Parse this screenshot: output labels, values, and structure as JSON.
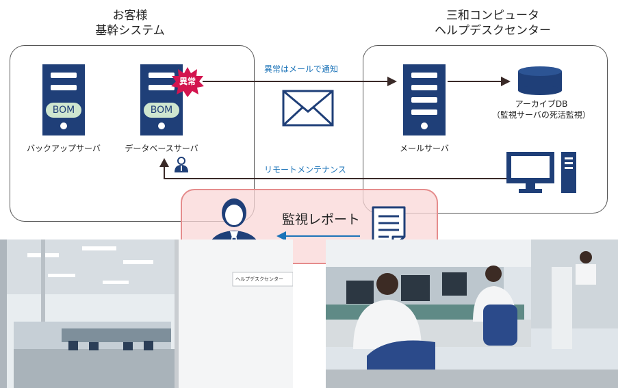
{
  "customer": {
    "line1": "お客様",
    "line2": "基幹システム"
  },
  "helpdesk": {
    "line1": "三和コンピュータ",
    "line2": "ヘルプデスクセンター"
  },
  "backup_server": {
    "label": "バックアップサーバ",
    "badge": "BOM"
  },
  "db_server": {
    "label": "データベースサーバ",
    "badge": "BOM",
    "alert": "異常"
  },
  "mail_server": {
    "label": "メールサーバ"
  },
  "archive_db": {
    "line1": "アーカイブDB",
    "line2": "（監視サーバの死活監視）"
  },
  "arrows": {
    "mail_notify": "異常はメールで通知",
    "remote": "リモートメンテナンス"
  },
  "report": {
    "label": "監視レポート"
  },
  "photo_sign": "ヘルプデスクセンター",
  "colors": {
    "navy": "#1f3f78",
    "alert": "#d3154f",
    "accent_blue": "#1b73b8",
    "report_bg": "#f9d5d5"
  }
}
